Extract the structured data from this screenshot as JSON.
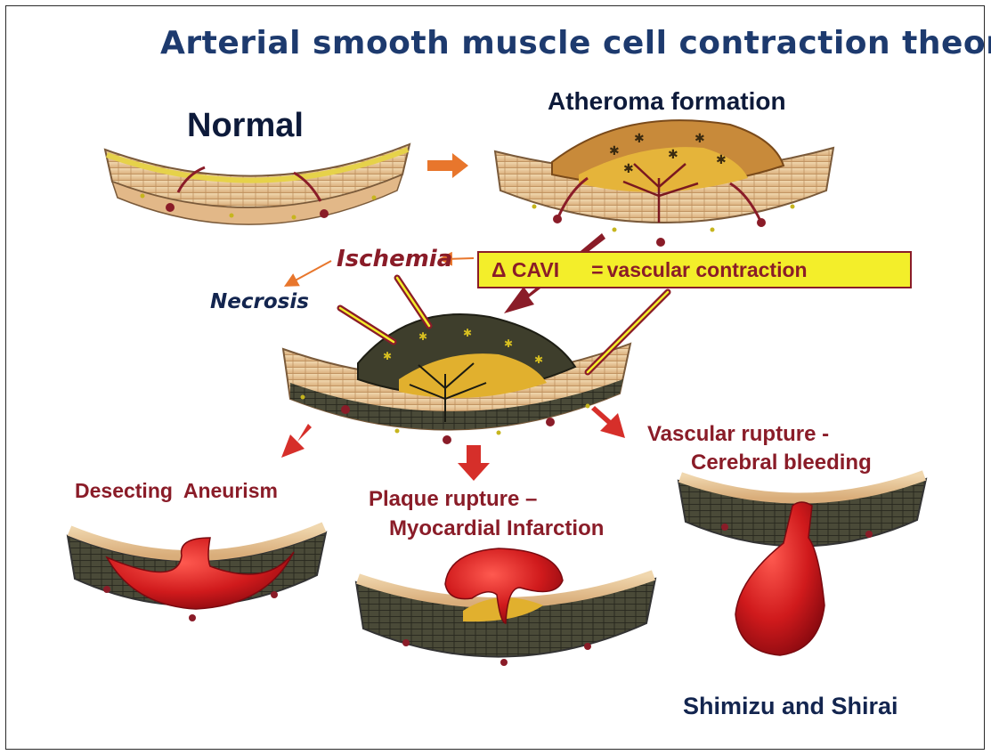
{
  "title": "Arterial smooth muscle cell contraction theory",
  "stages": {
    "normal": "Normal",
    "atheroma": "Atheroma formation"
  },
  "effects": {
    "ischemia": "Ischemia",
    "necrosis": "Necrosis"
  },
  "cavi": {
    "delta": "Δ CAVI",
    "equals": "=",
    "text": "vascular contraction"
  },
  "outcomes": {
    "desecting": "Desecting  Aneurism",
    "plaque_line1": "Plaque rupture –",
    "plaque_line2": "Myocardial Infarction",
    "vascular_line1": "Vascular rupture -",
    "vascular_line2": "Cerebral bleeding"
  },
  "credit": "Shimizu and Shirai",
  "colors": {
    "title": "#1d3a6e",
    "outcome_red": "#8a1c28",
    "cavi_box": "#f3ee2a",
    "tissue": "#e9c79b",
    "plaque_dark": "#3a3a2a",
    "blood": "#c4141c",
    "arrow_orange": "#e8762c"
  }
}
